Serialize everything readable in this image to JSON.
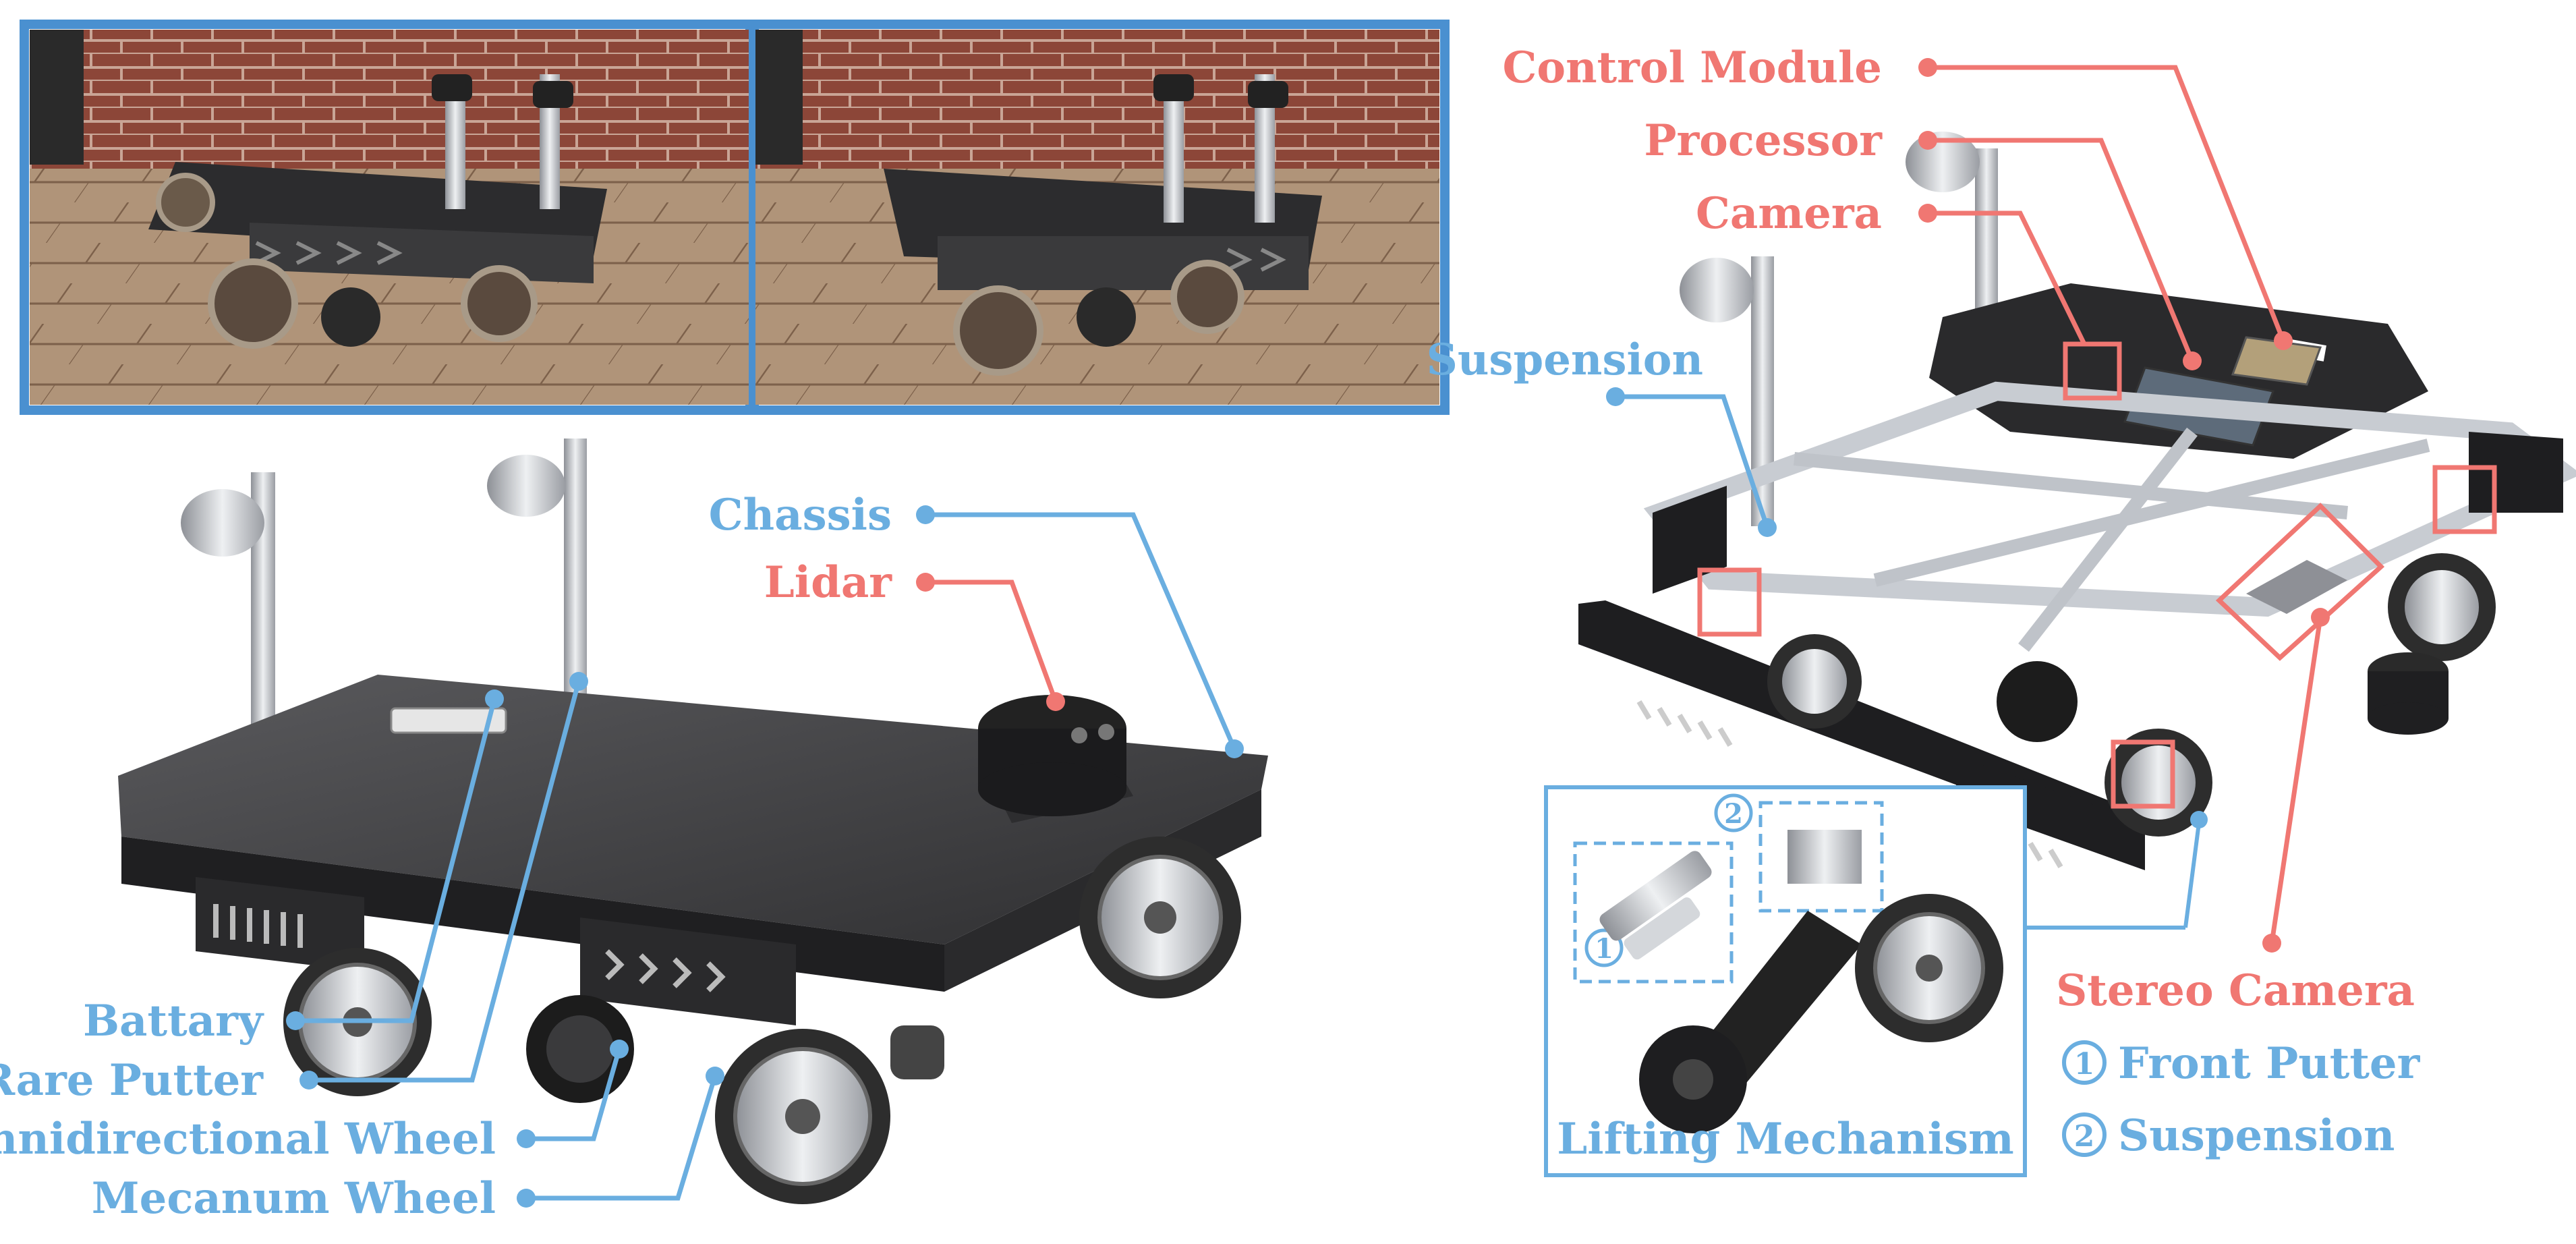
{
  "colors": {
    "blue": "#6aaee0",
    "frame_blue": "#4a90d0",
    "red": "#f07772",
    "chassis_dark": "#3b3b3d",
    "chassis_side": "#1e1e20",
    "metal": "#c9ccd0",
    "brick": "#8a4a3c",
    "pavement": "#c8aa8c"
  },
  "photos": [
    {
      "name": "outdoor-photo-left",
      "description_icon": "photo-icon"
    },
    {
      "name": "outdoor-photo-right",
      "description_icon": "photo-icon"
    }
  ],
  "left_labels": {
    "chassis": "Chassis",
    "lidar": "Lidar",
    "battery": "Battary",
    "rare_putter": "Rare Putter",
    "omni_wheel": "Omnidirectional Wheel",
    "mecanum_wheel": "Mecanum Wheel"
  },
  "right_labels": {
    "control_module": "Control Module",
    "processor": "Processor",
    "camera": "Camera",
    "suspension": "Suspension",
    "stereo_camera": "Stereo Camera",
    "front_putter": "Front Putter",
    "suspension_2": "Suspension"
  },
  "inset": {
    "title": "Lifting Mechanism",
    "marker_1": "1",
    "marker_2": "2"
  },
  "legend": {
    "marker_1": "1",
    "marker_2": "2"
  }
}
